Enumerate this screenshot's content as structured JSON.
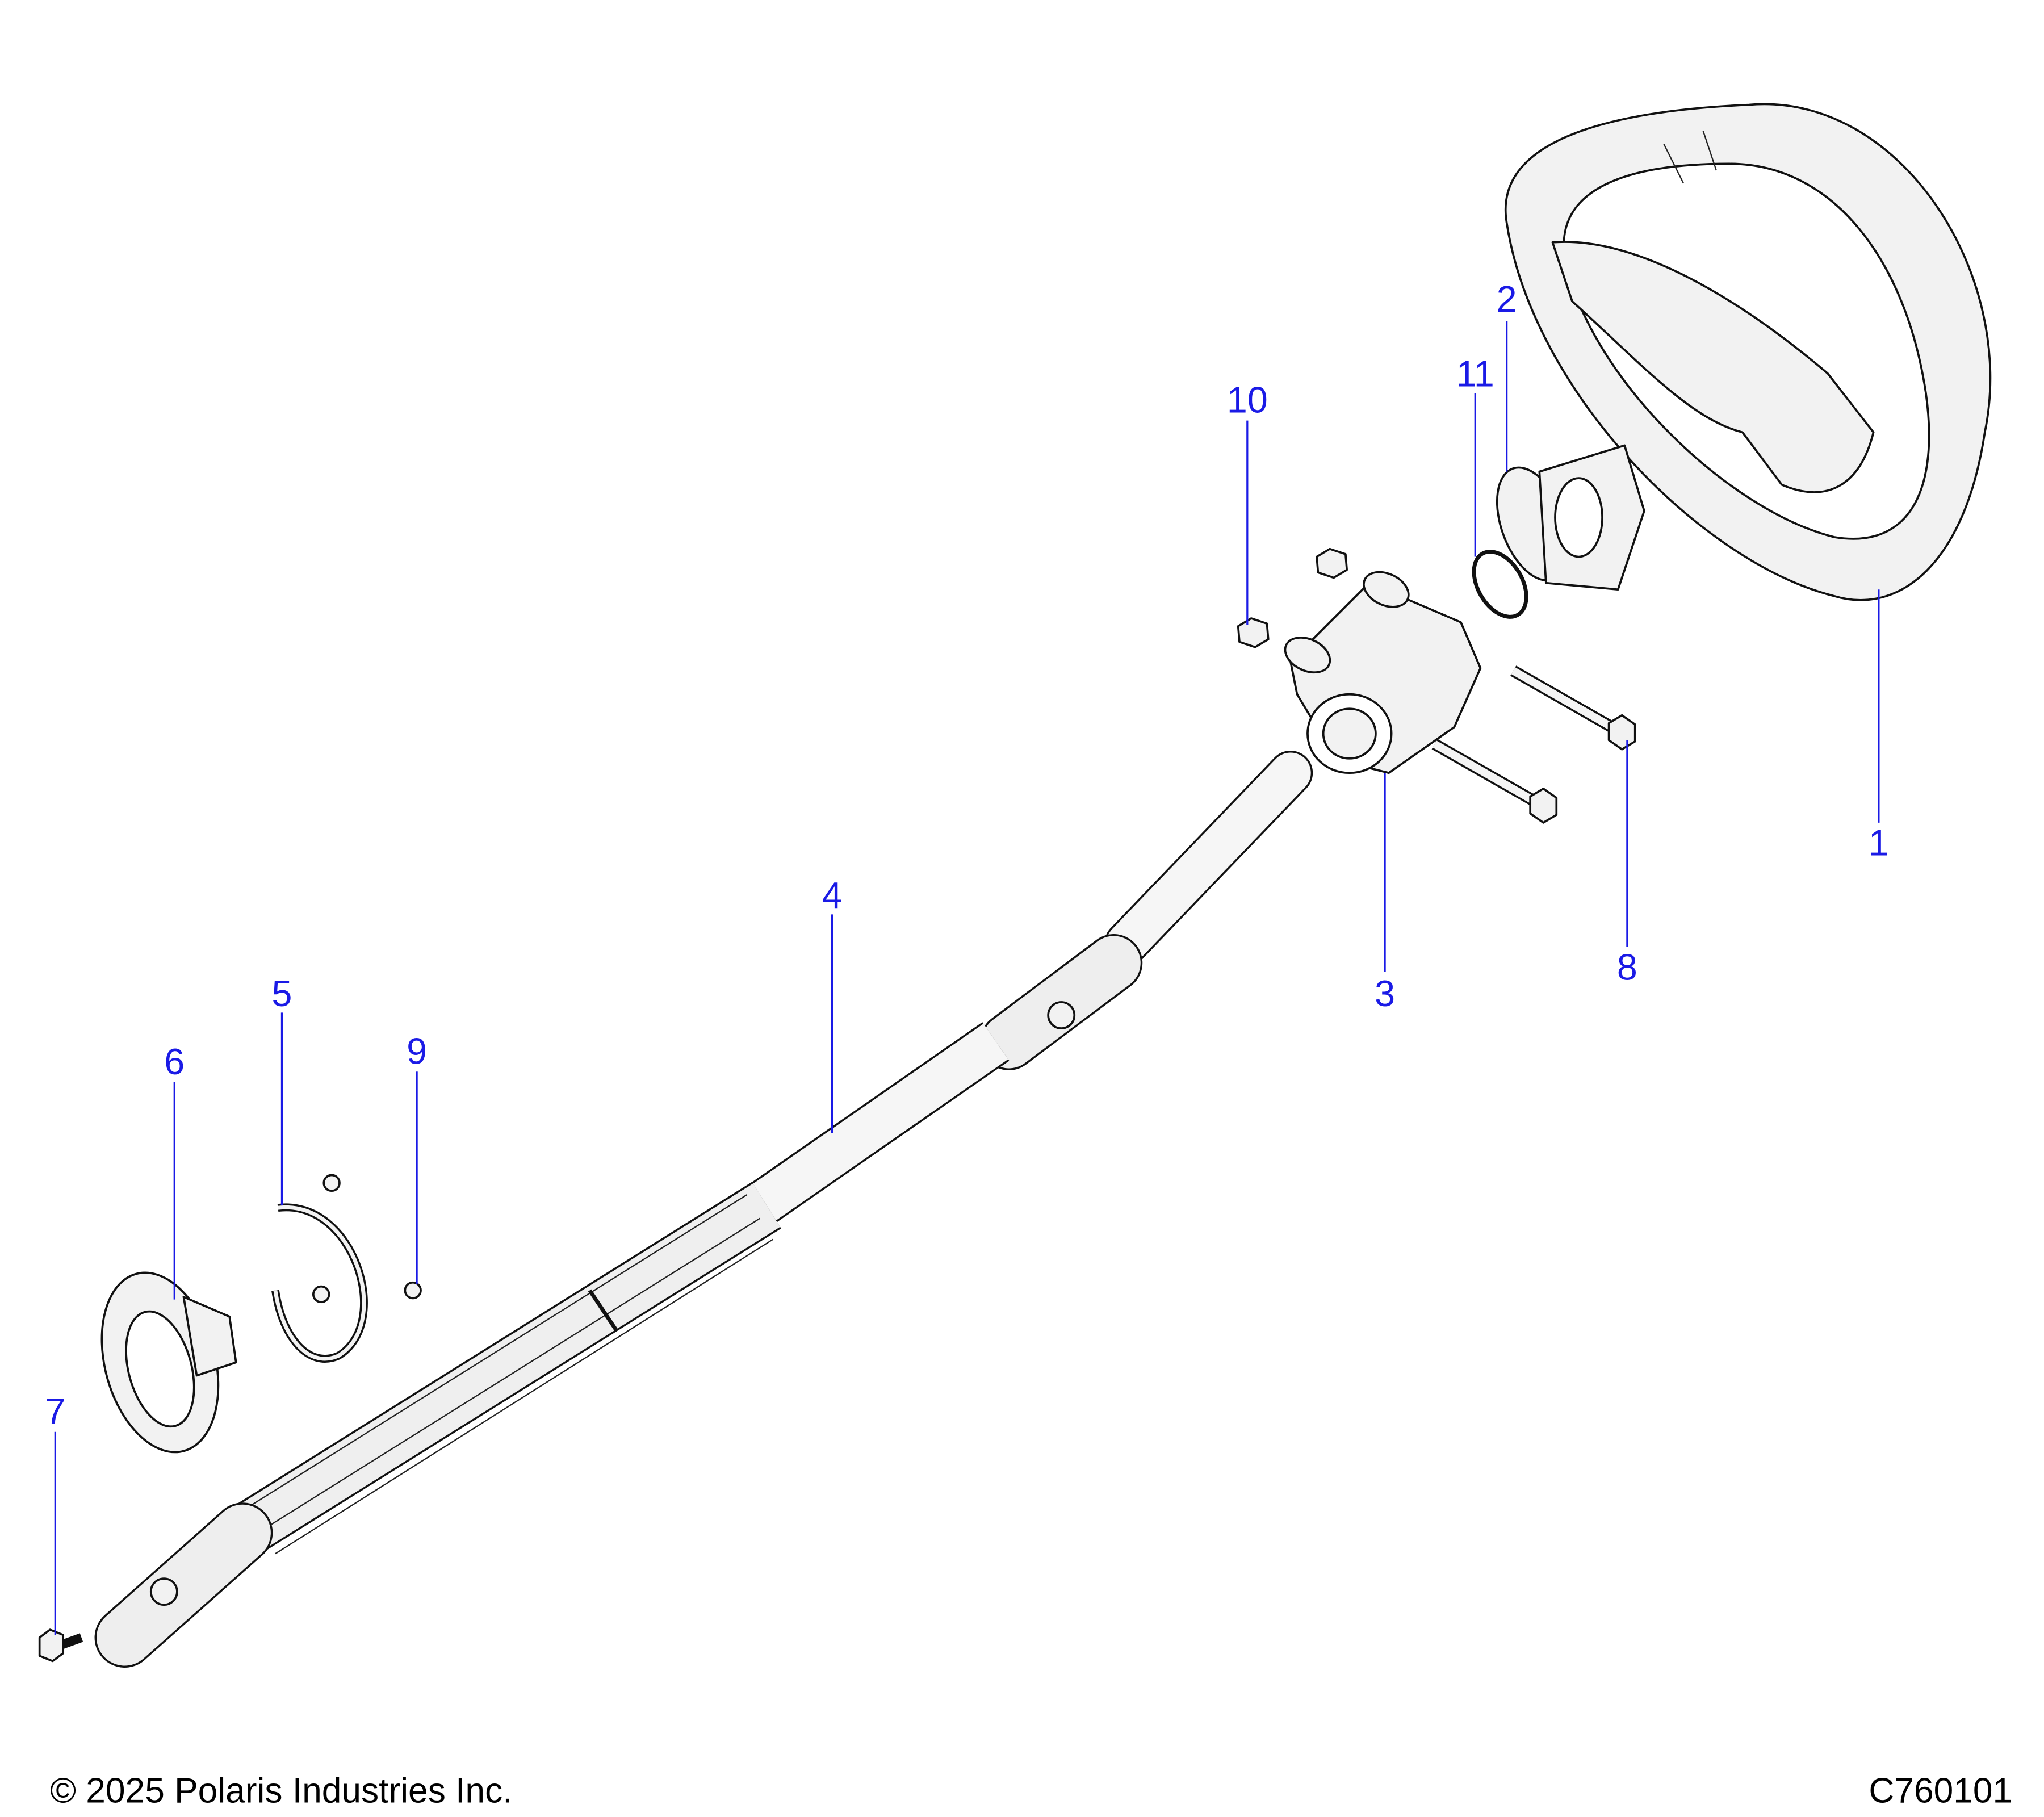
{
  "diagram": {
    "callout_color": "#1a1ae6",
    "callouts": [
      {
        "label": "1",
        "part": "steering-wheel"
      },
      {
        "label": "2",
        "part": "steering-hub-adapter"
      },
      {
        "label": "3",
        "part": "steering-column-housing"
      },
      {
        "label": "4",
        "part": "steering-shaft"
      },
      {
        "label": "5",
        "part": "retaining-plate"
      },
      {
        "label": "6",
        "part": "boot-flange"
      },
      {
        "label": "7",
        "part": "bolt"
      },
      {
        "label": "8",
        "part": "bolt"
      },
      {
        "label": "9",
        "part": "screw"
      },
      {
        "label": "10",
        "part": "nut"
      },
      {
        "label": "11",
        "part": "snap-ring"
      }
    ]
  },
  "footer": {
    "copyright": "© 2025 Polaris Industries Inc.",
    "figure_id": "C760101"
  }
}
